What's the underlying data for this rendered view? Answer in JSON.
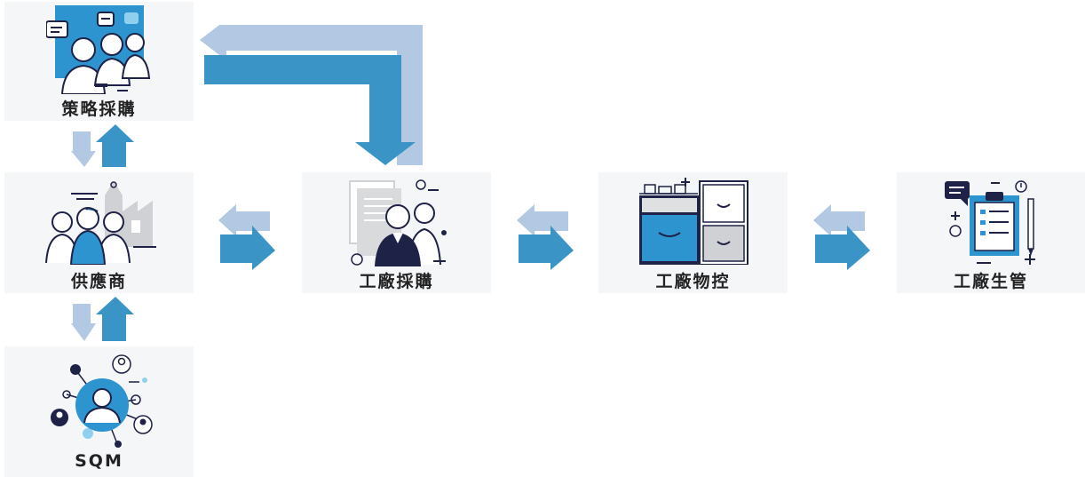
{
  "nodes": {
    "strategic_sourcing": {
      "label": "策略採購",
      "icon": "customer-service-team-icon"
    },
    "supplier": {
      "label": "供應商",
      "icon": "factory-people-icon"
    },
    "sqm": {
      "label": "SQM",
      "icon": "network-people-icon"
    },
    "plant_purchasing": {
      "label": "工廠採購",
      "icon": "documents-people-icon"
    },
    "plant_material_control": {
      "label": "工廠物控",
      "icon": "filing-cabinet-icon"
    },
    "plant_production_management": {
      "label": "工廠生管",
      "icon": "clipboard-checklist-icon"
    }
  },
  "colors": {
    "card_bg": "#f5f6f8",
    "arrow_dark": "#3b94c6",
    "arrow_light": "#b3c8e3",
    "accent_blue": "#2d94cf",
    "navy": "#1d2246"
  }
}
